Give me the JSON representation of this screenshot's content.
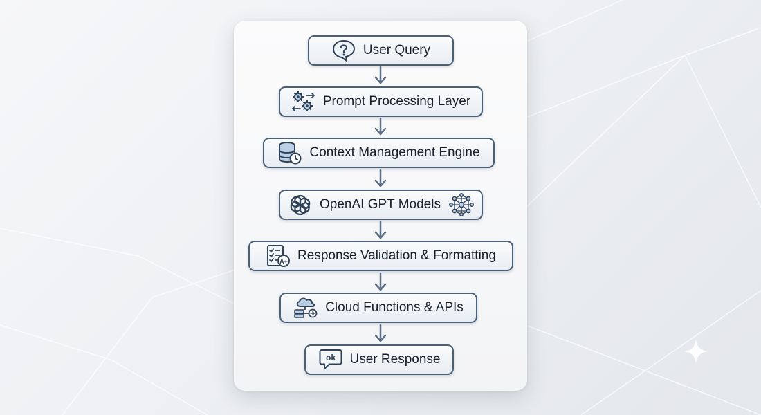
{
  "flow": {
    "steps": [
      {
        "label": "User Query",
        "icon": "question-bubble-icon"
      },
      {
        "label": "Prompt Processing Layer",
        "icon": "gears-arrows-icon"
      },
      {
        "label": "Context Management Engine",
        "icon": "database-clock-icon"
      },
      {
        "label": "OpenAI GPT Models",
        "icon": "openai-logo-icon",
        "icon_right": "neural-network-icon"
      },
      {
        "label": "Response Validation & Formatting",
        "icon": "checklist-grade-icon"
      },
      {
        "label": "Cloud Functions & APIs",
        "icon": "cloud-server-icon"
      },
      {
        "label": "User Response",
        "icon": "ok-bubble-icon"
      }
    ]
  },
  "colors": {
    "node_border": "#4a5f78",
    "arrow": "#5c6f86",
    "icon_stroke": "#2f4257",
    "icon_fill": "#b9d0e6"
  }
}
